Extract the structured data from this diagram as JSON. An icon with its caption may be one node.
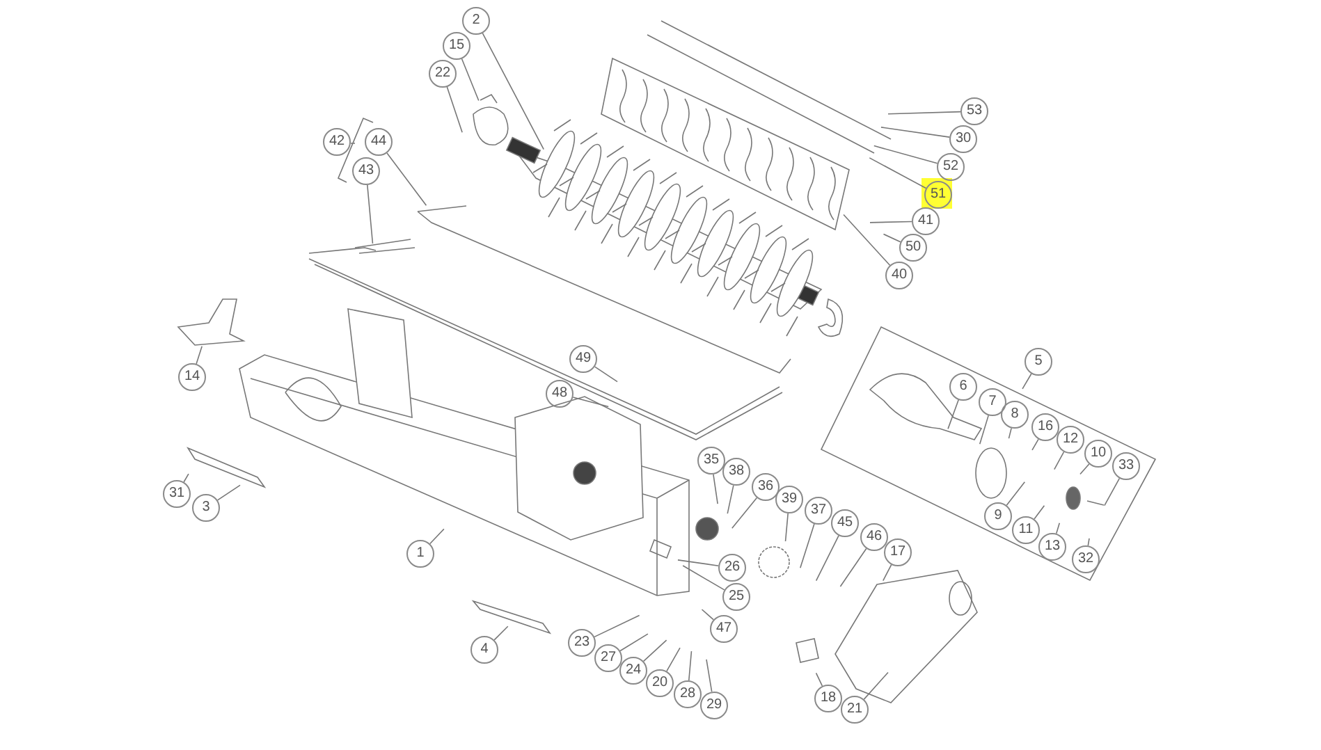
{
  "diagram": {
    "nodes": [
      {
        "text": [
          "2"
        ]
      },
      {
        "text": [
          "15"
        ]
      },
      {
        "text": [
          "22"
        ]
      },
      {
        "text": [
          "53"
        ]
      },
      {
        "text": [
          "30"
        ]
      },
      {
        "text": [
          "42"
        ]
      },
      {
        "text": [
          "44"
        ]
      },
      {
        "text": [
          "52"
        ]
      },
      {
        "text": [
          "43"
        ]
      },
      {
        "text": [
          "51"
        ]
      },
      {
        "text": [
          "41"
        ]
      },
      {
        "text": [
          "50"
        ]
      },
      {
        "text": [
          "40"
        ]
      },
      {
        "text": [
          "49"
        ]
      },
      {
        "text": [
          "5"
        ]
      },
      {
        "text": [
          "14"
        ]
      },
      {
        "text": [
          "6"
        ]
      },
      {
        "text": [
          "48"
        ]
      },
      {
        "text": [
          "7"
        ]
      },
      {
        "text": [
          "8"
        ]
      },
      {
        "text": [
          "16"
        ]
      },
      {
        "text": [
          "12"
        ]
      },
      {
        "text": [
          "10"
        ]
      },
      {
        "text": [
          "35"
        ]
      },
      {
        "text": [
          "33"
        ]
      },
      {
        "text": [
          "38"
        ]
      },
      {
        "text": [
          "36"
        ]
      },
      {
        "text": [
          "31"
        ]
      },
      {
        "text": [
          "39"
        ]
      },
      {
        "text": [
          "3"
        ]
      },
      {
        "text": [
          "37"
        ]
      },
      {
        "text": [
          "9"
        ]
      },
      {
        "text": [
          "45"
        ]
      },
      {
        "text": [
          "11"
        ]
      },
      {
        "text": [
          "46"
        ]
      },
      {
        "text": [
          "13"
        ]
      },
      {
        "text": [
          "17"
        ]
      },
      {
        "text": [
          "1"
        ]
      },
      {
        "text": [
          "32"
        ]
      },
      {
        "text": [
          "26"
        ]
      },
      {
        "text": [
          "25"
        ]
      },
      {
        "text": [
          "47"
        ]
      },
      {
        "text": [
          "23"
        ]
      },
      {
        "text": [
          "4"
        ]
      },
      {
        "text": [
          "27"
        ]
      },
      {
        "text": [
          "24"
        ]
      },
      {
        "text": [
          "20"
        ]
      },
      {
        "text": [
          "28"
        ]
      },
      {
        "text": [
          "29"
        ]
      },
      {
        "text": [
          "18"
        ]
      },
      {
        "text": [
          "21"
        ]
      }
    ],
    "edges": [
      {
        "from": 0,
        "to": null,
        "arrow": "none"
      },
      {
        "from": 1,
        "to": null,
        "arrow": "none"
      },
      {
        "from": 2,
        "to": null,
        "arrow": "none"
      },
      {
        "from": 3,
        "to": null,
        "arrow": "none"
      },
      {
        "from": 4,
        "to": null,
        "arrow": "none"
      },
      {
        "from": 6,
        "to": null,
        "arrow": "none"
      },
      {
        "from": 7,
        "to": null,
        "arrow": "none"
      },
      {
        "from": 8,
        "to": null,
        "arrow": "none"
      },
      {
        "from": 9,
        "to": null,
        "arrow": "none"
      },
      {
        "from": 10,
        "to": null,
        "arrow": "none"
      },
      {
        "from": 11,
        "to": null,
        "arrow": "none"
      },
      {
        "from": 12,
        "to": null,
        "arrow": "none"
      },
      {
        "from": 13,
        "to": null,
        "arrow": "none"
      },
      {
        "from": 14,
        "to": null,
        "arrow": "none"
      },
      {
        "from": 15,
        "to": null,
        "arrow": "none"
      },
      {
        "from": 16,
        "to": null,
        "arrow": "none"
      },
      {
        "from": 17,
        "to": null,
        "arrow": "none"
      },
      {
        "from": 18,
        "to": null,
        "arrow": "none"
      },
      {
        "from": 19,
        "to": null,
        "arrow": "none"
      },
      {
        "from": 20,
        "to": null,
        "arrow": "none"
      },
      {
        "from": 21,
        "to": null,
        "arrow": "none"
      },
      {
        "from": 22,
        "to": null,
        "arrow": "none"
      },
      {
        "from": 23,
        "to": null,
        "arrow": "none"
      },
      {
        "from": 24,
        "to": null,
        "arrow": "none"
      },
      {
        "from": 25,
        "to": null,
        "arrow": "none"
      },
      {
        "from": 26,
        "to": null,
        "arrow": "none"
      },
      {
        "from": 27,
        "to": null,
        "arrow": "none"
      },
      {
        "from": 28,
        "to": null,
        "arrow": "none"
      },
      {
        "from": 29,
        "to": null,
        "arrow": "none"
      },
      {
        "from": 30,
        "to": null,
        "arrow": "none"
      },
      {
        "from": 31,
        "to": null,
        "arrow": "none"
      },
      {
        "from": 32,
        "to": null,
        "arrow": "none"
      },
      {
        "from": 33,
        "to": null,
        "arrow": "none"
      },
      {
        "from": 34,
        "to": null,
        "arrow": "none"
      },
      {
        "from": 35,
        "to": null,
        "arrow": "none"
      },
      {
        "from": 36,
        "to": null,
        "arrow": "none"
      },
      {
        "from": 37,
        "to": null,
        "arrow": "none"
      },
      {
        "from": 38,
        "to": null,
        "arrow": "none"
      },
      {
        "from": 39,
        "to": null,
        "arrow": "none"
      },
      {
        "from": 40,
        "to": null,
        "arrow": "none"
      },
      {
        "from": 41,
        "to": null,
        "arrow": "none"
      },
      {
        "from": 42,
        "to": null,
        "arrow": "none"
      },
      {
        "from": 43,
        "to": null,
        "arrow": "none"
      },
      {
        "from": 44,
        "to": null,
        "arrow": "none"
      },
      {
        "from": 45,
        "to": null,
        "arrow": "none"
      },
      {
        "from": 46,
        "to": null,
        "arrow": "none"
      },
      {
        "from": 47,
        "to": null,
        "arrow": "none"
      },
      {
        "from": 48,
        "to": null,
        "arrow": "none"
      },
      {
        "from": 49,
        "to": null,
        "arrow": "none"
      },
      {
        "from": 50,
        "to": null,
        "arrow": "none"
      }
    ]
  }
}
